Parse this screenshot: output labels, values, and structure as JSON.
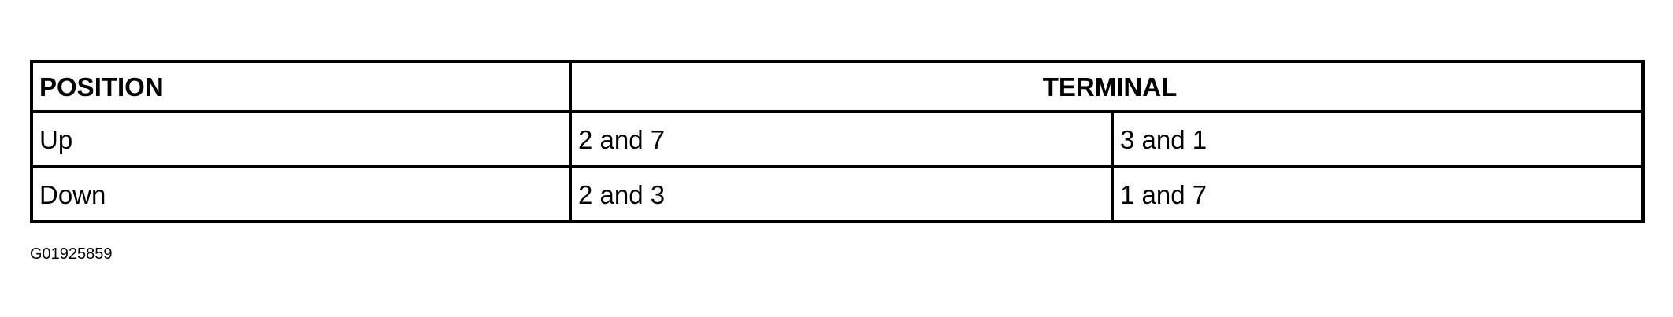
{
  "table": {
    "headers": {
      "position": "POSITION",
      "terminal": "TERMINAL"
    },
    "rows": [
      {
        "position": "Up",
        "terminal_a": "2 and 7",
        "terminal_b": "3 and 1"
      },
      {
        "position": "Down",
        "terminal_a": "2 and 3",
        "terminal_b": "1 and 7"
      }
    ]
  },
  "figure_id": "G01925859"
}
